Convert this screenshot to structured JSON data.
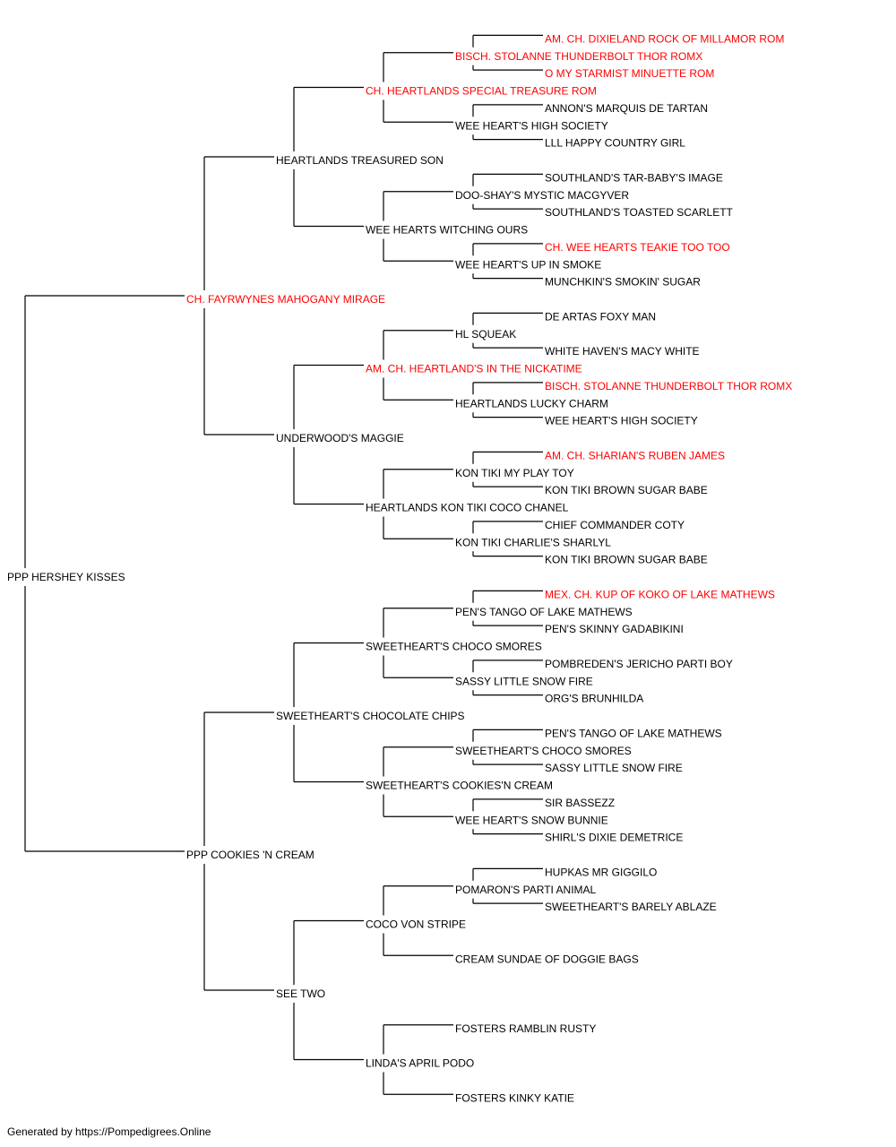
{
  "colors": {
    "champion": "#ff0000",
    "normal": "#000000",
    "line": "#000000"
  },
  "pedigree": {
    "name": "PPP HERSHEY KISSES",
    "champion": false,
    "sire": {
      "name": "CH. FAYRWYNES MAHOGANY MIRAGE",
      "champion": true,
      "sire": {
        "name": "HEARTLANDS TREASURED SON",
        "champion": false,
        "sire": {
          "name": "CH. HEARTLANDS SPECIAL TREASURE ROM",
          "champion": true,
          "sire": {
            "name": "BISCH. STOLANNE THUNDERBOLT THOR ROMX",
            "champion": true,
            "sire": {
              "name": "AM. CH. DIXIELAND ROCK OF MILLAMOR ROM",
              "champion": true
            },
            "dam": {
              "name": "O MY STARMIST MINUETTE ROM",
              "champion": true
            }
          },
          "dam": {
            "name": "WEE HEART'S HIGH SOCIETY",
            "champion": false,
            "sire": {
              "name": "ANNON'S MARQUIS DE TARTAN",
              "champion": false
            },
            "dam": {
              "name": "LLL HAPPY COUNTRY GIRL",
              "champion": false
            }
          }
        },
        "dam": {
          "name": "WEE HEARTS WITCHING OURS",
          "champion": false,
          "sire": {
            "name": "DOO-SHAY'S MYSTIC MACGYVER",
            "champion": false,
            "sire": {
              "name": "SOUTHLAND'S TAR-BABY'S IMAGE",
              "champion": false
            },
            "dam": {
              "name": "SOUTHLAND'S TOASTED SCARLETT",
              "champion": false
            }
          },
          "dam": {
            "name": "WEE HEART'S UP IN SMOKE",
            "champion": false,
            "sire": {
              "name": "CH. WEE HEARTS TEAKIE TOO TOO",
              "champion": true
            },
            "dam": {
              "name": "MUNCHKIN'S SMOKIN' SUGAR",
              "champion": false
            }
          }
        }
      },
      "dam": {
        "name": "UNDERWOOD'S MAGGIE",
        "champion": false,
        "sire": {
          "name": "AM. CH. HEARTLAND'S IN THE NICKATIME",
          "champion": true,
          "sire": {
            "name": "HL SQUEAK",
            "champion": false,
            "sire": {
              "name": "DE ARTAS FOXY MAN",
              "champion": false
            },
            "dam": {
              "name": "WHITE HAVEN'S MACY WHITE",
              "champion": false
            }
          },
          "dam": {
            "name": "HEARTLANDS LUCKY CHARM",
            "champion": false,
            "sire": {
              "name": "BISCH. STOLANNE THUNDERBOLT THOR ROMX",
              "champion": true
            },
            "dam": {
              "name": "WEE HEART'S HIGH SOCIETY",
              "champion": false
            }
          }
        },
        "dam": {
          "name": "HEARTLANDS KON TIKI COCO CHANEL",
          "champion": false,
          "sire": {
            "name": "KON TIKI MY PLAY TOY",
            "champion": false,
            "sire": {
              "name": "AM. CH. SHARIAN'S RUBEN JAMES",
              "champion": true
            },
            "dam": {
              "name": "KON TIKI BROWN SUGAR BABE",
              "champion": false
            }
          },
          "dam": {
            "name": "KON TIKI CHARLIE'S SHARLYL",
            "champion": false,
            "sire": {
              "name": "CHIEF COMMANDER COTY",
              "champion": false
            },
            "dam": {
              "name": "KON TIKI BROWN SUGAR BABE",
              "champion": false
            }
          }
        }
      }
    },
    "dam": {
      "name": "PPP COOKIES 'N CREAM",
      "champion": false,
      "sire": {
        "name": "SWEETHEART'S CHOCOLATE CHIPS",
        "champion": false,
        "sire": {
          "name": "SWEETHEART'S CHOCO SMORES",
          "champion": false,
          "sire": {
            "name": "PEN'S TANGO OF LAKE MATHEWS",
            "champion": false,
            "sire": {
              "name": "MEX. CH. KUP OF KOKO OF LAKE MATHEWS",
              "champion": true
            },
            "dam": {
              "name": "PEN'S SKINNY GADABIKINI",
              "champion": false
            }
          },
          "dam": {
            "name": "SASSY LITTLE SNOW FIRE",
            "champion": false,
            "sire": {
              "name": "POMBREDEN'S JERICHO PARTI BOY",
              "champion": false
            },
            "dam": {
              "name": "ORG'S BRUNHILDA",
              "champion": false
            }
          }
        },
        "dam": {
          "name": "SWEETHEART'S COOKIES'N CREAM",
          "champion": false,
          "sire": {
            "name": "SWEETHEART'S CHOCO SMORES",
            "champion": false,
            "sire": {
              "name": "PEN'S TANGO OF LAKE MATHEWS",
              "champion": false
            },
            "dam": {
              "name": "SASSY LITTLE SNOW FIRE",
              "champion": false
            }
          },
          "dam": {
            "name": "WEE HEART'S SNOW BUNNIE",
            "champion": false,
            "sire": {
              "name": "SIR BASSEZZ",
              "champion": false
            },
            "dam": {
              "name": "SHIRL'S DIXIE DEMETRICE",
              "champion": false
            }
          }
        }
      },
      "dam": {
        "name": "SEE TWO",
        "champion": false,
        "sire": {
          "name": "COCO VON STRIPE",
          "champion": false,
          "sire": {
            "name": "POMARON'S PARTI ANIMAL",
            "champion": false,
            "sire": {
              "name": "HUPKAS MR GIGGILO",
              "champion": false
            },
            "dam": {
              "name": "SWEETHEART'S BARELY ABLAZE",
              "champion": false
            }
          },
          "dam": {
            "name": "CREAM SUNDAE OF DOGGIE BAGS",
            "champion": false
          }
        },
        "dam": {
          "name": "LINDA'S APRIL PODO",
          "champion": false,
          "sire": {
            "name": "FOSTERS RAMBLIN RUSTY",
            "champion": false
          },
          "dam": {
            "name": "FOSTERS KINKY KATIE",
            "champion": false
          }
        }
      }
    }
  },
  "footer": "Generated by https://Pompedigrees.Online"
}
